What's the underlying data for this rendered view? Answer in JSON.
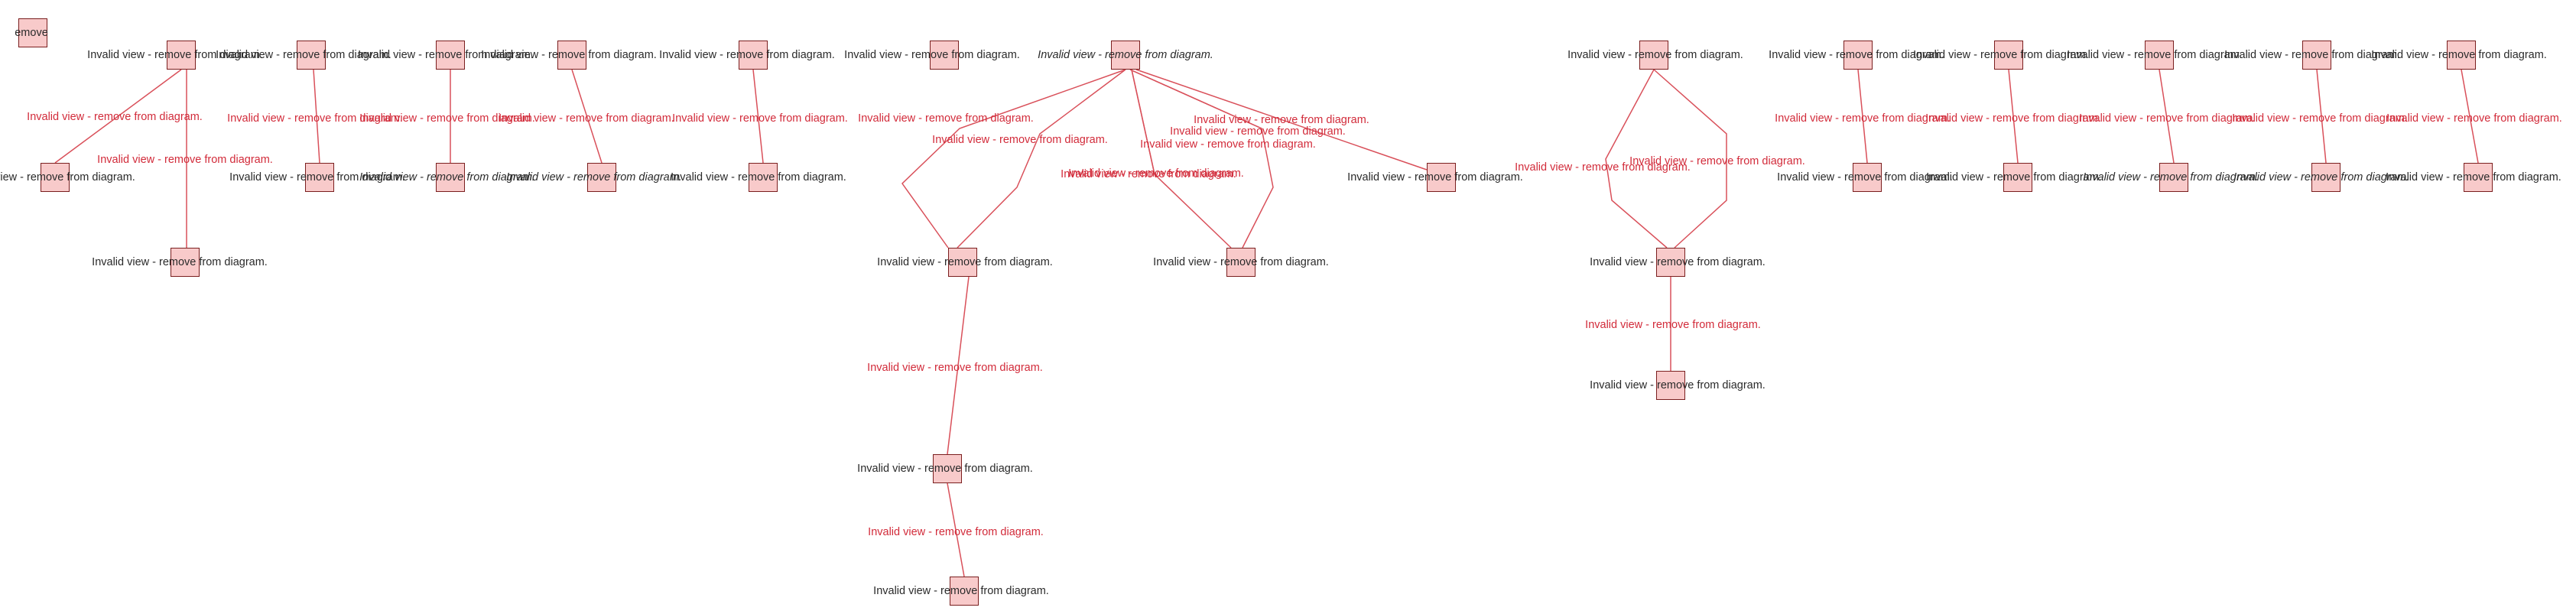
{
  "diagram": {
    "colors": {
      "edge": "#d9505a",
      "edge_label": "#d22b3a",
      "node_fill": "#f8caca",
      "node_border": "#7a1f1f",
      "node_text": "#2a2a2a"
    },
    "nodes": [
      {
        "id": "n0",
        "label": "emove",
        "italic": false
      },
      {
        "id": "n1",
        "label": "Invalid view - remove from diagram.",
        "italic": false
      },
      {
        "id": "n2",
        "label": "Invalid view - remove from diagram.",
        "italic": false
      },
      {
        "id": "n3",
        "label": "Invalid view - remove from diagram.",
        "italic": false
      },
      {
        "id": "n4",
        "label": "Invalid view - remove from diagram.",
        "italic": false
      },
      {
        "id": "n5",
        "label": "Invalid view - remove from diagram.",
        "italic": false
      },
      {
        "id": "n6",
        "label": "Invalid view - remove from diagram.",
        "italic": false
      },
      {
        "id": "n7",
        "label": "Invalid view - remove from diagram.",
        "italic": true
      },
      {
        "id": "n8",
        "label": "Invalid view - remove from diagram.",
        "italic": false
      },
      {
        "id": "n9",
        "label": "Invalid view - remove from diagram.",
        "italic": false
      },
      {
        "id": "n10",
        "label": "Invalid view - remove from diagram.",
        "italic": false
      },
      {
        "id": "n11",
        "label": "Invalid view - remove from diagram.",
        "italic": false
      },
      {
        "id": "n12",
        "label": "Invalid view - remove from diagram.",
        "italic": false
      },
      {
        "id": "n13",
        "label": "Invalid view - remove from diagram.",
        "italic": false
      },
      {
        "id": "n14",
        "label": "Invalid view - remove from diagram.",
        "italic": false
      },
      {
        "id": "n15",
        "label": "Invalid view - remove from diagram.",
        "italic": false
      },
      {
        "id": "n16",
        "label": "Invalid view - remove from diagram.",
        "italic": true
      },
      {
        "id": "n17",
        "label": "Invalid view - remove from diagram.",
        "italic": true
      },
      {
        "id": "n18",
        "label": "Invalid view - remove from diagram.",
        "italic": false
      },
      {
        "id": "n19",
        "label": "Invalid view - remove from diagram.",
        "italic": false
      },
      {
        "id": "n20",
        "label": "Invalid view - remove from diagram.",
        "italic": false
      },
      {
        "id": "n21",
        "label": "Invalid view - remove from diagram.",
        "italic": false
      },
      {
        "id": "n22",
        "label": "Invalid view - remove from diagram.",
        "italic": true
      },
      {
        "id": "n23",
        "label": "Invalid view - remove from diagram.",
        "italic": true
      },
      {
        "id": "n24",
        "label": "Invalid view - remove from diagram.",
        "italic": false
      },
      {
        "id": "n25",
        "label": "Invalid view - remove from diagram.",
        "italic": false
      },
      {
        "id": "n26",
        "label": "Invalid view - remove from diagram.",
        "italic": false
      },
      {
        "id": "n27",
        "label": "Invalid view - remove from diagram.",
        "italic": false
      },
      {
        "id": "n28",
        "label": "Invalid view - remove from diagram.",
        "italic": false
      },
      {
        "id": "n29",
        "label": "Invalid view - remove from diagram.",
        "italic": false
      },
      {
        "id": "n30",
        "label": "Invalid view - remove from diagram.",
        "italic": false
      },
      {
        "id": "n31",
        "label": "Invalid view - remove from diagram.",
        "italic": false
      },
      {
        "id": "n32",
        "label": "Invalid view - remove from diagram.",
        "italic": false
      },
      {
        "id": "n33",
        "label": "Invalid view - remove from diagram.",
        "italic": false
      },
      {
        "id": "n34",
        "label": "Invalid view - remove from diagram.",
        "italic": false
      },
      {
        "id": "n35",
        "label": "Invalid view - remove from diagram.",
        "italic": true
      },
      {
        "id": "n36",
        "label": "Invalid view - remove from diagram.",
        "italic": false
      }
    ],
    "edges": [
      {
        "label": "Invalid view - remove from diagram."
      },
      {
        "label": "Invalid view - remove from diagram."
      },
      {
        "label": "Invalid view - remove from diagram."
      },
      {
        "label": "Invalid view - remove from diagram."
      },
      {
        "label": "Invalid view - remove from diagram."
      },
      {
        "label": "Invalid view - remove from diagram."
      },
      {
        "label": "Invalid view - remove from diagram."
      },
      {
        "label": "Invalid view - remove from diagram."
      },
      {
        "label": "Invalid view - remove from diagram."
      },
      {
        "label": "Invalid view - remove from diagram."
      },
      {
        "label": "Invalid view - remove from diagram."
      },
      {
        "label": "Invalid view - remove from diagram."
      },
      {
        "label": "Invalid view - remove from diagram."
      },
      {
        "label": "Invalid view - remove from diagram."
      },
      {
        "label": "Invalid view - remove from diagram."
      },
      {
        "label": "Invalid view - remove from diagram."
      },
      {
        "label": "Invalid view - remove from diagram."
      },
      {
        "label": "Invalid view - remove from diagram."
      },
      {
        "label": "Invalid view - remove from diagram."
      },
      {
        "label": "Invalid view - remove from diagram."
      },
      {
        "label": "Invalid view - remove from diagram."
      },
      {
        "label": "Invalid view - remove from diagram."
      },
      {
        "label": "Invalid view - remove from diagram."
      }
    ]
  }
}
